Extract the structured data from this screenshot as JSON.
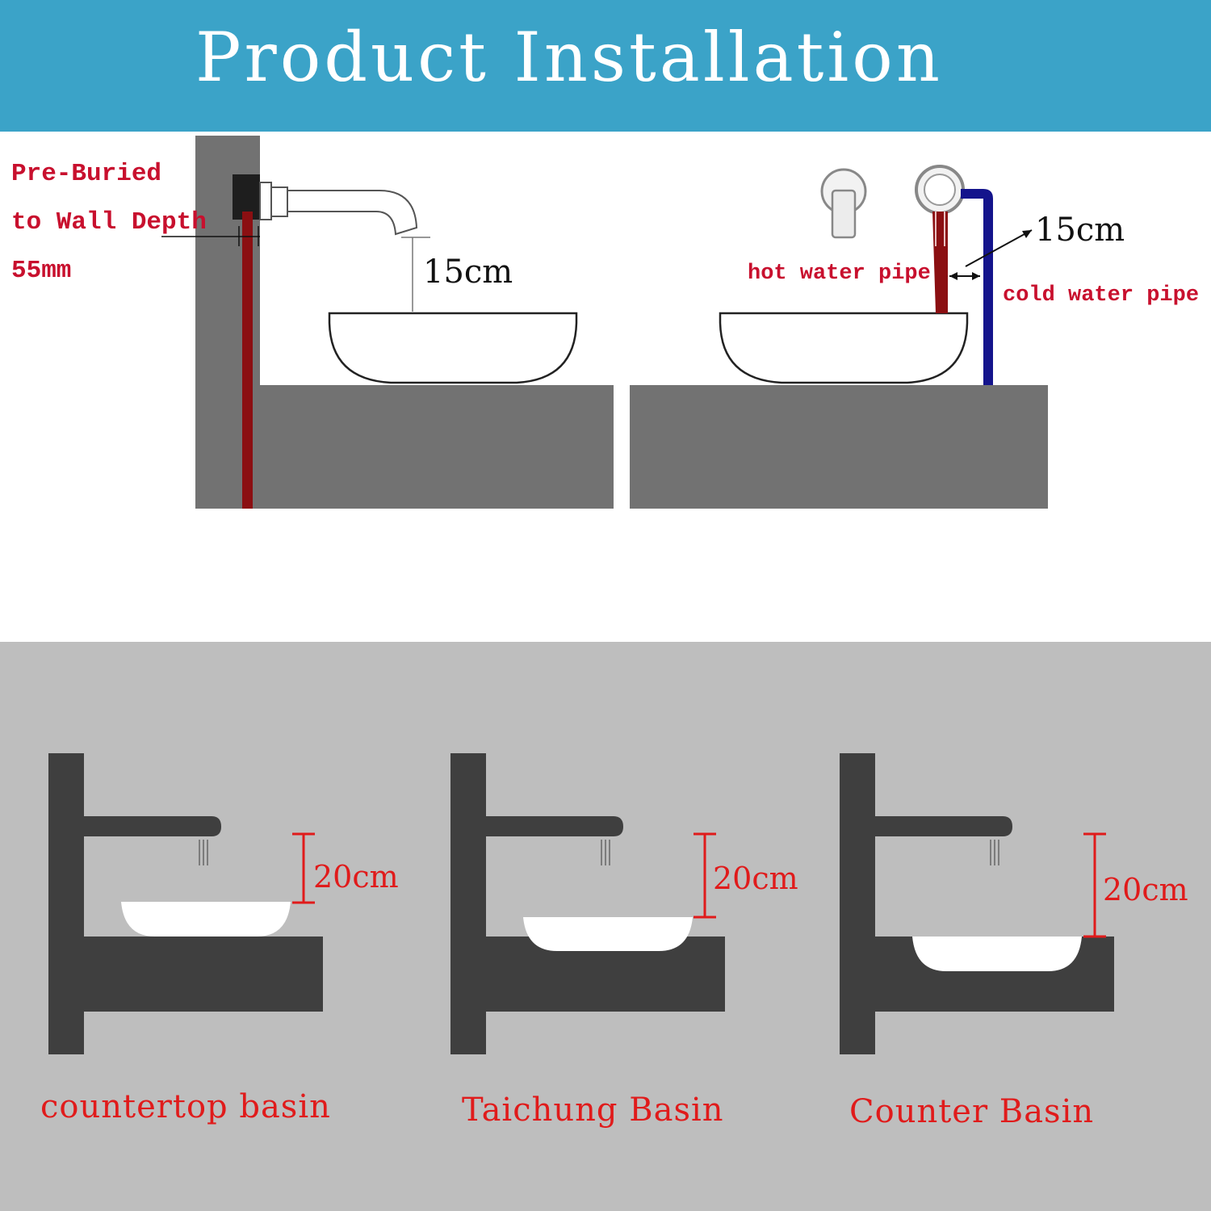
{
  "header": {
    "title": "Product Installation"
  },
  "top_left": {
    "note_line1": "Pre-Buried",
    "note_line2": "to Wall Depth",
    "note_line3": "55mm",
    "spout_height": "15cm"
  },
  "top_right": {
    "spacing": "15cm",
    "hot_pipe": "hot water pipe",
    "cold_pipe": "cold water pipe"
  },
  "basins": [
    {
      "caption": "countertop basin",
      "height": "20cm"
    },
    {
      "caption": "Taichung Basin",
      "height": "20cm"
    },
    {
      "caption": "Counter Basin",
      "height": "20cm"
    }
  ],
  "colors": {
    "header_bg": "#3ba3c8",
    "hot_pipe": "#8b0f12",
    "cold_pipe": "#14148c",
    "wall": "#727272",
    "basin_panel_bg": "#bebebe",
    "basin_dark": "#3f3f3f",
    "caption_red": "#e01b1b"
  }
}
